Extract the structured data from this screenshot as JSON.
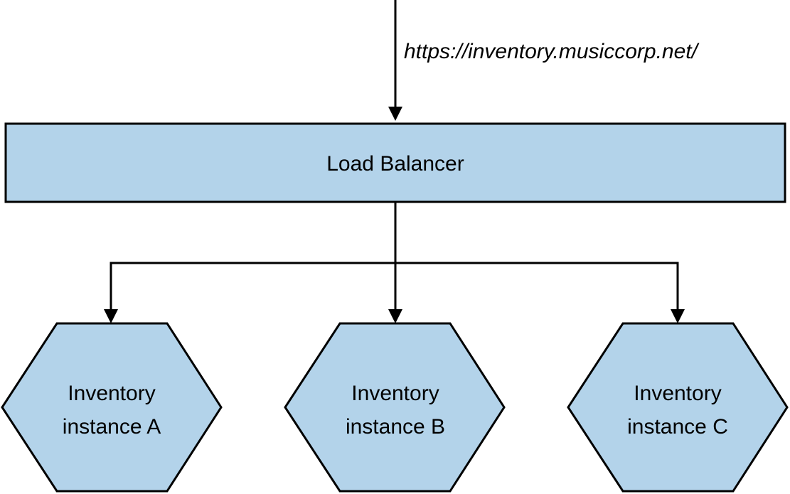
{
  "request_url": "https://inventory.musiccorp.net/",
  "load_balancer": {
    "label": "Load Balancer"
  },
  "instances": [
    {
      "line1": "Inventory",
      "line2": "instance A"
    },
    {
      "line1": "Inventory",
      "line2": "instance B"
    },
    {
      "line1": "Inventory",
      "line2": "instance C"
    }
  ],
  "colors": {
    "fill": "#b3d3ea",
    "stroke": "#000000"
  }
}
